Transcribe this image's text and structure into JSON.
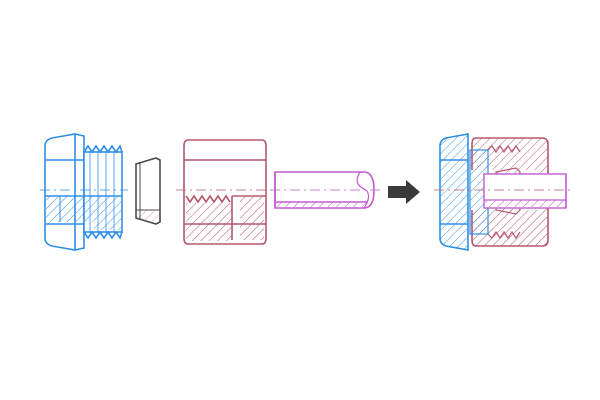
{
  "colors": {
    "background": "#ffffff",
    "blue": "#2f8fe6",
    "red": "#b5586e",
    "magenta": "#c45bd1",
    "gray": "#4a4a4a",
    "arrow": "#3a3a3a"
  },
  "parts": [
    {
      "name": "hex-plug",
      "color": "blue"
    },
    {
      "name": "compression-ring",
      "color": "gray"
    },
    {
      "name": "union-nut",
      "color": "red"
    },
    {
      "name": "tube",
      "color": "magenta"
    },
    {
      "name": "direction-arrow",
      "color": "arrow"
    },
    {
      "name": "assembled-fitting",
      "color": "red"
    }
  ]
}
